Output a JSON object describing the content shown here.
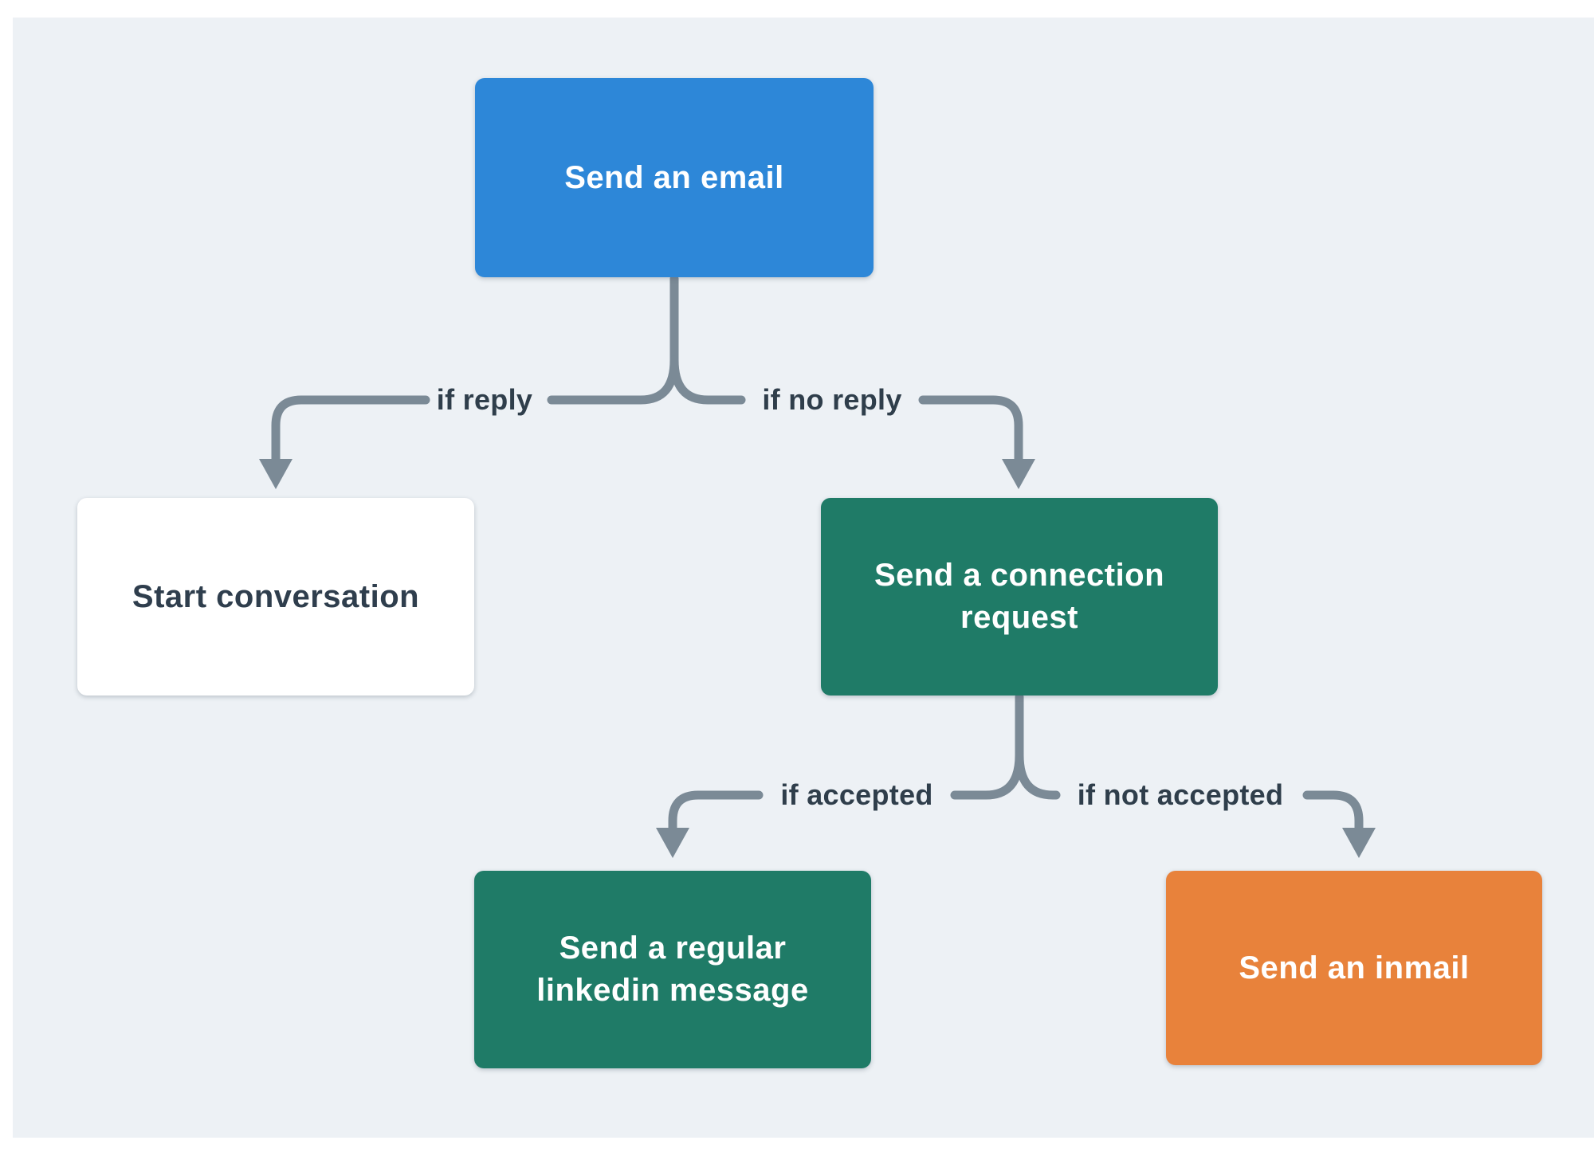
{
  "diagram": {
    "type": "flowchart",
    "canvas_background": "#edf1f5",
    "page_background": "#ffffff"
  },
  "theme": {
    "connector_color": "#7b8a96",
    "edge_label_color": "#2f3e4b",
    "node_text_light": "#ffffff",
    "node_text_dark": "#2f3e4d",
    "blue": "#2d87d8",
    "green": "#1f7b67",
    "orange": "#e8823b",
    "white": "#ffffff"
  },
  "nodes": [
    {
      "id": "send-email",
      "label": "Send an email",
      "color": "#2d87d8"
    },
    {
      "id": "start-conversation",
      "label": "Start conversation",
      "color": "#ffffff"
    },
    {
      "id": "connection-request",
      "label": "Send a connection request",
      "color": "#1f7b67"
    },
    {
      "id": "linkedin-message",
      "label": "Send a regular linkedin message",
      "color": "#1f7b67"
    },
    {
      "id": "send-inmail",
      "label": "Send an inmail",
      "color": "#e8823b"
    }
  ],
  "edges": [
    {
      "label": "if reply",
      "from": "send-email",
      "to": "start-conversation"
    },
    {
      "label": "if no reply",
      "from": "send-email",
      "to": "connection-request"
    },
    {
      "label": "if accepted",
      "from": "connection-request",
      "to": "linkedin-message"
    },
    {
      "label": "if not accepted",
      "from": "connection-request",
      "to": "send-inmail"
    }
  ]
}
